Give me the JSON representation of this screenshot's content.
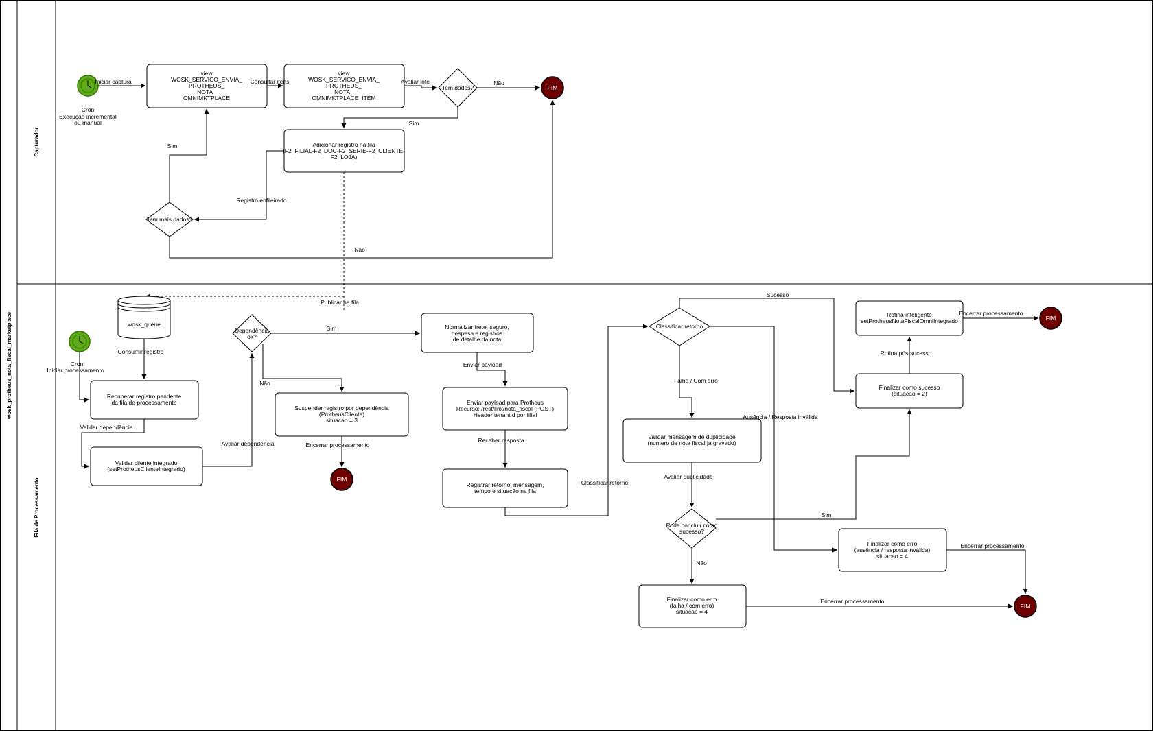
{
  "pool": {
    "title": "wosk_protheus_nota_fiscal_marketplace",
    "lanes": [
      "Capturador",
      "Fila de Processamento"
    ]
  },
  "nodes": {
    "start1_label": [
      "Cron",
      "Execução incremental",
      "ou manual"
    ],
    "view1": [
      "view",
      "WOSK_SERVICO_ENVIA_",
      "PROTHEUS_",
      "NOTA_",
      "OMNIMKTPLACE"
    ],
    "view2": [
      "view",
      "WOSK_SERVICO_ENVIA_",
      "PROTHEUS_",
      "NOTA_",
      "OMNIMKTPLACE_ITEM"
    ],
    "tem_dados": [
      "Tem dados?"
    ],
    "fim": "FIM",
    "adicionar": [
      "Adicionar registro na fila",
      "(F2_FILIAL-F2_DOC-F2_SERIE-F2_CLIENTE-",
      "F2_LOJA)"
    ],
    "tem_mais": [
      "Tem mais dados?"
    ],
    "queue": "wosk_queue",
    "start2_label": [
      "Cron",
      "Iniciar processamento"
    ],
    "recuperar": [
      "Recuperar registro pendente",
      "da fila de processamento"
    ],
    "validar_cliente": [
      "Validar cliente integrado",
      "(setProtheusClienteIntegrado)"
    ],
    "dependencia": [
      "Dependência",
      "ok?"
    ],
    "suspender": [
      "Suspender registro por dependência",
      "(ProtheusCliente)",
      "situacao = 3"
    ],
    "normalizar": [
      "Normalizar frete, seguro,",
      "despesa e registros",
      "de detalhe da nota"
    ],
    "enviar": [
      "Enviar payload para Protheus",
      "Recurso: /rest/linx/nota_fiscal (POST)",
      "Header tenantId por filial"
    ],
    "registrar": [
      "Registrar retorno, mensagem,",
      "tempo e situação na fila"
    ],
    "classificar": [
      "Classificar retorno"
    ],
    "validar_dup": [
      "Validar mensagem de duplicidade",
      "(numero de nota fiscal ja gravado)"
    ],
    "pode_concluir": [
      "Pode concluir como",
      "sucesso?"
    ],
    "fin_erro1": [
      "Finalizar como erro",
      "(falha / com erro)",
      "situacao = 4"
    ],
    "fin_erro2": [
      "Finalizar como erro",
      "(ausência / resposta inválida)",
      "situacao = 4"
    ],
    "fin_sucesso": [
      "Finalizar como sucesso",
      "(situacao = 2)"
    ],
    "rotina": [
      "Rotina inteligente",
      "setProtheusNotaFiscalOmniIntegrado"
    ]
  },
  "edges": {
    "iniciar_captura": "Iniciar captura",
    "consultar_itens": "Consultar itens",
    "avaliar_lote": "Avaliar lote",
    "nao": "Não",
    "sim": "Sim",
    "registro_enfileirado": "Registro enfileirado",
    "publicar": "Publicar na fila",
    "consumir": "Consumir registro",
    "validar_dependencia": "Validar dependência",
    "avaliar_dependencia": "Avaliar dependência",
    "encerrar": "Encerrar processamento",
    "enviar_payload": "Enviar payload",
    "receber_resposta": "Receber resposta",
    "classificar_retorno": "Classificar retorno",
    "sucesso": "Sucesso",
    "falha": "Falha / Com erro",
    "ausencia": "Ausência / Resposta inválida",
    "avaliar_duplicidade": "Avaliar duplicidade",
    "rotina_pos": "Rotina pós-sucesso"
  },
  "colors": {
    "start_fill": "#60a917",
    "start_stroke": "#2d7600",
    "end_fill": "#6f0000",
    "line": "#000000"
  }
}
